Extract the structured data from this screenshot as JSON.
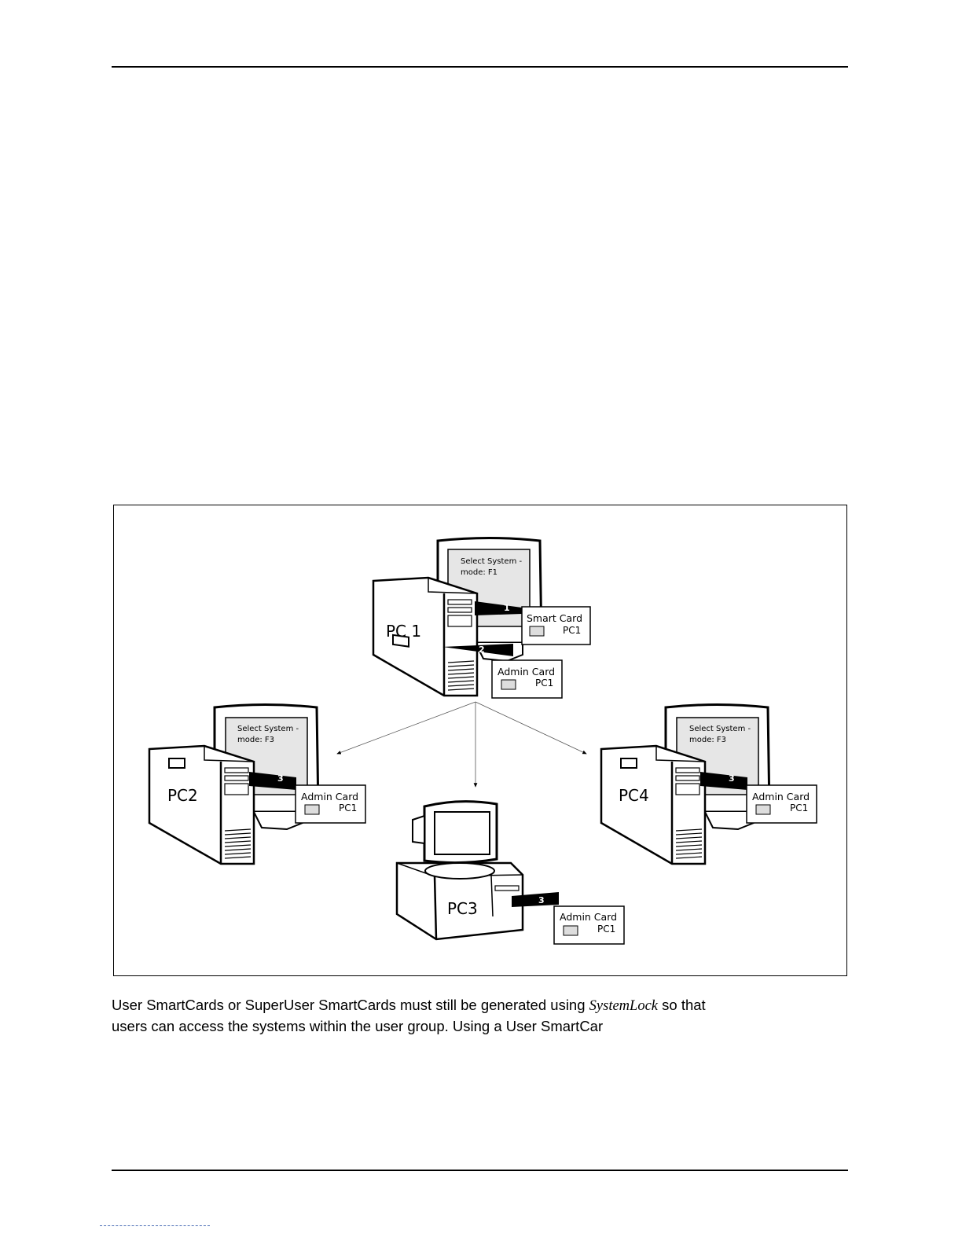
{
  "figure": {
    "pc1": {
      "label": "PC 1",
      "screen_line1": "Select System -",
      "screen_line2": "mode: F1",
      "step1": "1",
      "step2": "2",
      "smart_card": {
        "title": "Smart Card",
        "pc": "PC1"
      },
      "admin_card": {
        "title": "Admin Card",
        "pc": "PC1"
      }
    },
    "pc2": {
      "label": "PC2",
      "screen_line1": "Select System -",
      "screen_line2": "mode: F3",
      "step": "3",
      "admin_card": {
        "title": "Admin Card",
        "pc": "PC1"
      }
    },
    "pc3": {
      "label": "PC3",
      "step": "3",
      "admin_card": {
        "title": "Admin Card",
        "pc": "PC1"
      }
    },
    "pc4": {
      "label": "PC4",
      "screen_line1": "Select System -",
      "screen_line2": "mode: F3",
      "step": "3",
      "admin_card": {
        "title": "Admin Card",
        "pc": "PC1"
      }
    }
  },
  "body": {
    "line1_a": "User SmartCards or SuperUser SmartCards must still be generated using ",
    "line1_italic": "SystemLock",
    "line1_b": " so that",
    "line2": "users can access the systems within the user group. Using a User SmartCar"
  }
}
